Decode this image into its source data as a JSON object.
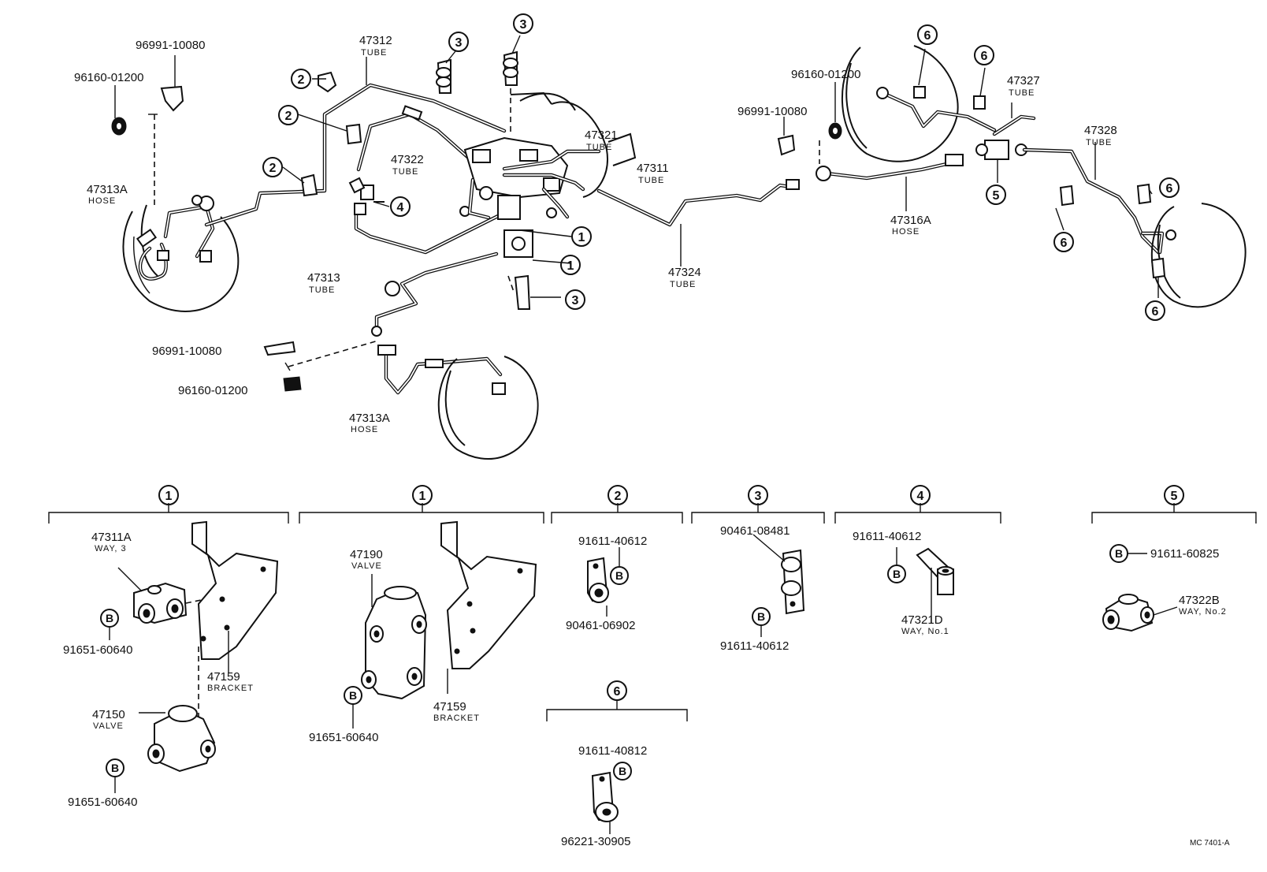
{
  "labels": {
    "p96991_tl": "96991-10080",
    "p96160_tl": "96160-01200",
    "p47313a_l": "47313A",
    "hose_l": "HOSE",
    "p47312": "47312",
    "tube_47312": "TUBE",
    "p47322": "47322",
    "tube_47322": "TUBE",
    "p47321": "47321",
    "tube_47321": "TUBE",
    "p47311": "47311",
    "tube_47311": "TUBE",
    "p47313": "47313",
    "tube_47313": "TUBE",
    "p96991_ml": "96991-10080",
    "p96160_ml": "96160-01200",
    "p47313a_b": "47313A",
    "hose_b": "HOSE",
    "p47324": "47324",
    "tube_47324": "TUBE",
    "p96160_tr": "96160-01200",
    "p96991_tr": "96991-10080",
    "p47316a": "47316A",
    "hose_r": "HOSE",
    "p47327": "47327",
    "tube_47327": "TUBE",
    "p47328": "47328",
    "tube_47328": "TUBE",
    "d1_47311a": "47311A",
    "d1_way3": "WAY, 3",
    "d1_91651_a": "91651-60640",
    "d1_47159": "47159",
    "d1_bracket": "BRACKET",
    "d1_47150": "47150",
    "d1_valve": "VALVE",
    "d1_91651_b": "91651-60640",
    "d2_47190": "47190",
    "d2_valve": "VALVE",
    "d2_91651": "91651-60640",
    "d2_47159": "47159",
    "d2_bracket": "BRACKET",
    "d3_91611": "91611-40612",
    "d3_90461": "90461-06902",
    "d4_90461": "90461-08481",
    "d4_91611": "91611-40612",
    "d5_91611": "91611-40612",
    "d5_47321d": "47321D",
    "d5_way1": "WAY, No.1",
    "d6_91611": "91611-60825",
    "d6_47322b": "47322B",
    "d6_way2": "WAY, No.2",
    "d7_91611": "91611-40812",
    "d7_96221": "96221-30905",
    "footer_code": "MC 7401-A"
  },
  "callouts": {
    "one": "1",
    "two": "2",
    "three": "3",
    "four": "4",
    "five": "5",
    "six": "6",
    "b": "B"
  }
}
